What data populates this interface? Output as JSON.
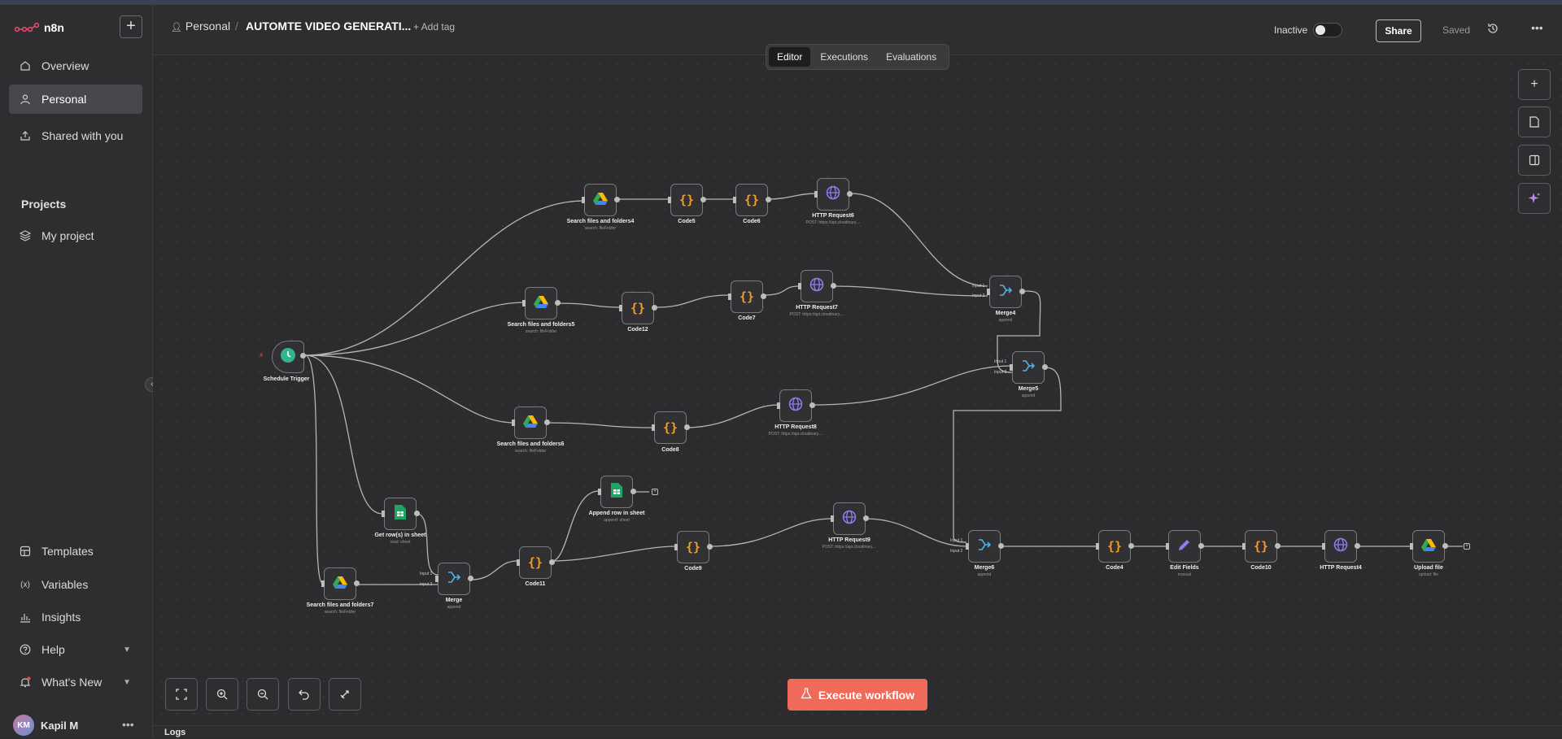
{
  "app": {
    "logo_text": "n8n"
  },
  "sidebar": {
    "items": [
      {
        "label": "Overview",
        "icon": "home-icon"
      },
      {
        "label": "Personal",
        "icon": "user-icon"
      },
      {
        "label": "Shared with you",
        "icon": "share-icon"
      }
    ],
    "projects_label": "Projects",
    "projects": [
      {
        "label": "My project",
        "icon": "layers-icon"
      }
    ],
    "bottom": [
      {
        "label": "Templates",
        "icon": "templates-icon"
      },
      {
        "label": "Variables",
        "icon": "variables-icon"
      },
      {
        "label": "Insights",
        "icon": "chart-icon"
      },
      {
        "label": "Help",
        "icon": "help-icon"
      },
      {
        "label": "What's New",
        "icon": "bell-icon"
      }
    ],
    "user": {
      "initials": "KM",
      "name": "Kapil M"
    }
  },
  "header": {
    "breadcrumb": "Personal",
    "workflow_title": "AUTOMTE VIDEO GENERATI...",
    "add_tag": "+ Add tag",
    "status_label": "Inactive",
    "share_label": "Share",
    "saved_label": "Saved"
  },
  "tabs": [
    "Editor",
    "Executions",
    "Evaluations"
  ],
  "nodes": [
    {
      "title": "Schedule Trigger",
      "sub": ""
    },
    {
      "title": "Search files and folders4",
      "sub": "search: fileFolder"
    },
    {
      "title": "Code5",
      "sub": ""
    },
    {
      "title": "Code6",
      "sub": ""
    },
    {
      "title": "HTTP Request6",
      "sub": "POST: https://api.cloudinary...."
    },
    {
      "title": "Search files and folders5",
      "sub": "search: fileFolder"
    },
    {
      "title": "Code12",
      "sub": ""
    },
    {
      "title": "Code7",
      "sub": ""
    },
    {
      "title": "HTTP Request7",
      "sub": "POST: https://api.cloudinary...."
    },
    {
      "title": "Merge4",
      "sub": "append"
    },
    {
      "title": "Merge5",
      "sub": "append"
    },
    {
      "title": "Search files and folders6",
      "sub": "search: fileFolder"
    },
    {
      "title": "Code8",
      "sub": ""
    },
    {
      "title": "HTTP Request8",
      "sub": "POST: https://api.cloudinary...."
    },
    {
      "title": "Get row(s) in sheet",
      "sub": "read: sheet"
    },
    {
      "title": "Append row in sheet",
      "sub": "append: sheet"
    },
    {
      "title": "Search files and folders7",
      "sub": "search: fileFolder"
    },
    {
      "title": "Merge",
      "sub": "append"
    },
    {
      "title": "Code11",
      "sub": ""
    },
    {
      "title": "Code9",
      "sub": ""
    },
    {
      "title": "HTTP Request9",
      "sub": "POST: https://api.cloudinary...."
    },
    {
      "title": "Merge6",
      "sub": "append"
    },
    {
      "title": "Code4",
      "sub": ""
    },
    {
      "title": "Edit Fields",
      "sub": "manual"
    },
    {
      "title": "Code10",
      "sub": ""
    },
    {
      "title": "HTTP Request4",
      "sub": ""
    },
    {
      "title": "Upload file",
      "sub": "upload: file"
    }
  ],
  "input_labels": {
    "in1": "Input 1",
    "in2": "Input 2"
  },
  "execute_label": "Execute workflow",
  "logs_label": "Logs"
}
